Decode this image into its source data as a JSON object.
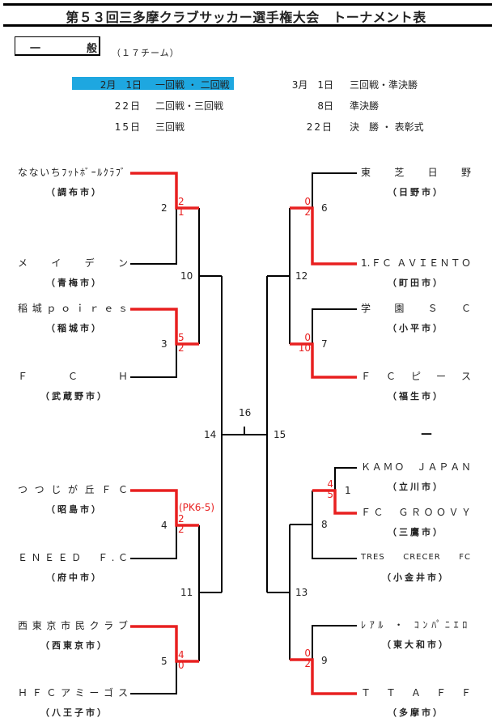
{
  "title": "第５３回三多摩クラブサッカー選手権大会　トーナメント表",
  "division": {
    "left": "一",
    "right": "般",
    "team_count": "（１７チーム）"
  },
  "schedule": [
    {
      "date": "2月　1日",
      "rounds": "一回戦 ・ 二回戦",
      "highlighted": true
    },
    {
      "date": "22日",
      "rounds": "二回戦・三回戦"
    },
    {
      "date": "15日",
      "rounds": "三回戦"
    },
    {
      "date": "3月　1日",
      "rounds": "三回戦・準決勝"
    },
    {
      "date": "8日",
      "rounds": "準決勝"
    },
    {
      "date": "22日",
      "rounds": "決　勝 ・ 表彰式"
    }
  ],
  "colors": {
    "winner_line": "#e82020",
    "line": "#000000",
    "highlight": "#1ea7e0"
  },
  "teams_left": [
    {
      "name": "なないちﾌｯﾄﾎﾞｰﾙｸﾗﾌﾞ",
      "city": "（調布市）"
    },
    {
      "name": "メ イ デ ン",
      "city": "（青梅市）"
    },
    {
      "name": "稲城ｐｏｉｒｅｓ",
      "city": "（稲城市）"
    },
    {
      "name": "Ｆ Ｃ Ｈ",
      "city": "（武蔵野市）"
    },
    {
      "name": "つつじが丘ＦＣ",
      "city": "（昭島市）"
    },
    {
      "name": "ＥＮＥＥＤ　Ｆ.Ｃ",
      "city": "（府中市）"
    },
    {
      "name": "西東京市民クラブ",
      "city": "（西東京市）"
    },
    {
      "name": "ＨＦＣアミーゴス",
      "city": "（八王子市）"
    }
  ],
  "teams_right": [
    {
      "name": "東 芝 日 野",
      "city": "（日野市）"
    },
    {
      "name": "1.ＦＣ ＡＶＩＥＮＴＯ",
      "city": "（町田市）"
    },
    {
      "name": "学 園 Ｓ Ｃ",
      "city": "（小平市）"
    },
    {
      "name": "Ｆ Ｃ ピ ー ス",
      "city": "（福生市）"
    },
    {
      "name": "ＫＡＭＯ　ＪＡＰＡＮ",
      "city": "（立川市）"
    },
    {
      "name": "ＦＣ　ＧＲＯＯＶＹ",
      "city": "（三鷹市）"
    },
    {
      "name": "TRES CRECER FC",
      "city": "（小金井市）"
    },
    {
      "name": "ﾚｱﾙ ・ ｺﾝﾊﾟﾆｴﾛ",
      "city": "（東大和市）"
    },
    {
      "name": "Ｔ Ｔ Ａ Ｆ Ｆ",
      "city": "（多摩市）"
    }
  ],
  "matches": {
    "m1": "1",
    "m2": "2",
    "m3": "3",
    "m4": "4",
    "m5": "5",
    "m6": "6",
    "m7": "7",
    "m8": "8",
    "m9": "9",
    "m10": "10",
    "m11": "11",
    "m12": "12",
    "m13": "13",
    "m14": "14",
    "m15": "15",
    "m16": "16"
  },
  "scores": {
    "m2": [
      "2",
      "1"
    ],
    "m3": [
      "5",
      "2"
    ],
    "m4": [
      "2",
      "2"
    ],
    "m4_pk": "(PK6-5)",
    "m5": [
      "4",
      "0"
    ],
    "m6": [
      "0",
      "2"
    ],
    "m7": [
      "0",
      "10"
    ],
    "m1": [
      "4",
      "5"
    ],
    "m9": [
      "0",
      "2"
    ]
  },
  "bye_mark": "—"
}
